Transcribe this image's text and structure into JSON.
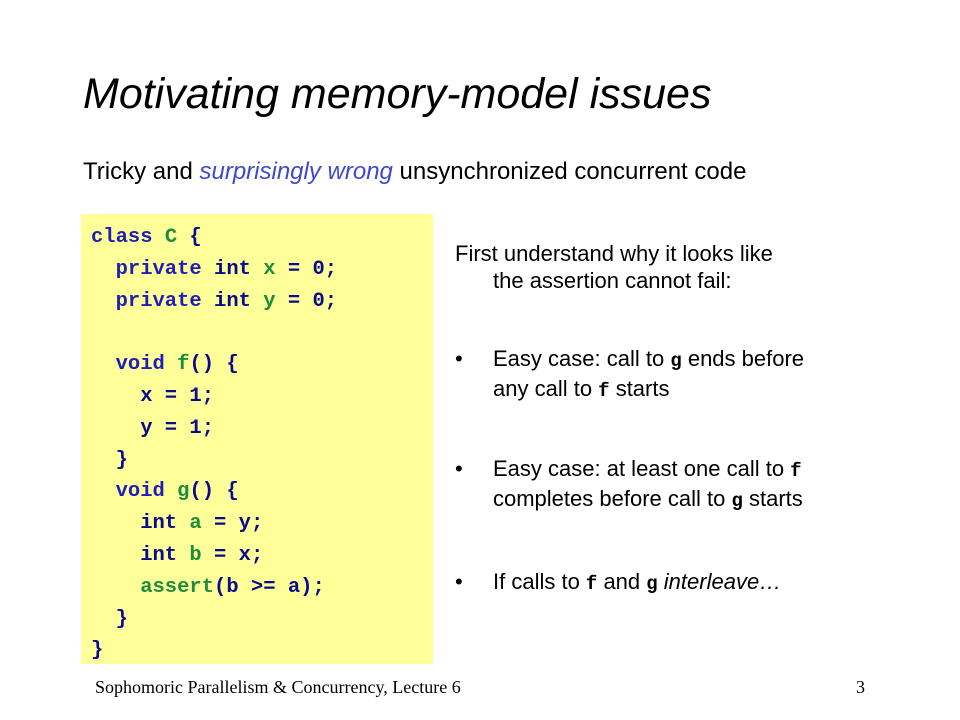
{
  "title": "Motivating memory-model issues",
  "subtitle": {
    "part1": "Tricky and ",
    "emphasis": "surprisingly wrong",
    "part2": " unsynchronized concurrent code"
  },
  "code_lines": [
    [
      {
        "t": "class ",
        "c": "kw"
      },
      {
        "t": "C",
        "c": "id"
      },
      {
        "t": " {",
        "c": "plain"
      }
    ],
    [
      {
        "t": "  private ",
        "c": "kw"
      },
      {
        "t": "int ",
        "c": "plain"
      },
      {
        "t": "x",
        "c": "id"
      },
      {
        "t": " = 0;",
        "c": "plain"
      }
    ],
    [
      {
        "t": "  private ",
        "c": "kw"
      },
      {
        "t": "int ",
        "c": "plain"
      },
      {
        "t": "y",
        "c": "id"
      },
      {
        "t": " = 0;",
        "c": "plain"
      }
    ],
    [
      {
        "t": "",
        "c": "plain"
      }
    ],
    [
      {
        "t": "  void ",
        "c": "kw"
      },
      {
        "t": "f",
        "c": "id"
      },
      {
        "t": "() {",
        "c": "plain"
      }
    ],
    [
      {
        "t": "    x = 1;",
        "c": "plain"
      }
    ],
    [
      {
        "t": "    y = 1;",
        "c": "plain"
      }
    ],
    [
      {
        "t": "  }",
        "c": "plain"
      }
    ],
    [
      {
        "t": "  void ",
        "c": "kw"
      },
      {
        "t": "g",
        "c": "id"
      },
      {
        "t": "() {",
        "c": "plain"
      }
    ],
    [
      {
        "t": "    int ",
        "c": "plain"
      },
      {
        "t": "a",
        "c": "id"
      },
      {
        "t": " = y;",
        "c": "plain"
      }
    ],
    [
      {
        "t": "    int ",
        "c": "plain"
      },
      {
        "t": "b",
        "c": "id"
      },
      {
        "t": " = x;",
        "c": "plain"
      }
    ],
    [
      {
        "t": "    assert",
        "c": "id"
      },
      {
        "t": "(b >= a);",
        "c": "plain"
      }
    ],
    [
      {
        "t": "  }",
        "c": "plain"
      }
    ],
    [
      {
        "t": "}",
        "c": "plain"
      }
    ]
  ],
  "intro": {
    "line1": "First understand why it looks like",
    "line2": "the assertion cannot fail:"
  },
  "bullets": [
    {
      "marker": "•",
      "line1": [
        {
          "t": "Easy case:  call to ",
          "s": "n"
        },
        {
          "t": "g",
          "s": "m"
        },
        {
          "t": " ends before",
          "s": "n"
        }
      ],
      "line2": [
        {
          "t": "any call to ",
          "s": "n"
        },
        {
          "t": "f",
          "s": "m"
        },
        {
          "t": " starts",
          "s": "n"
        }
      ]
    },
    {
      "marker": "•",
      "line1": [
        {
          "t": "Easy case: at least one call to ",
          "s": "n"
        },
        {
          "t": "f",
          "s": "m"
        }
      ],
      "line2": [
        {
          "t": "completes before call to ",
          "s": "n"
        },
        {
          "t": "g",
          "s": "m"
        },
        {
          "t": " starts",
          "s": "n"
        }
      ]
    },
    {
      "marker": "•",
      "line1": [
        {
          "t": "If calls to ",
          "s": "n"
        },
        {
          "t": "f",
          "s": "m"
        },
        {
          "t": " and ",
          "s": "n"
        },
        {
          "t": "g",
          "s": "m"
        },
        {
          "t": " ",
          "s": "n"
        },
        {
          "t": "interleave…",
          "s": "i"
        }
      ]
    }
  ],
  "footer": "Sophomoric Parallelism & Concurrency, Lecture 6",
  "page_number": "3",
  "colors": {
    "code_background": "#ffff99",
    "code_keyword": "#1f1fb8",
    "code_identifier": "#1e8c3c",
    "emphasis": "#3f48cc"
  }
}
